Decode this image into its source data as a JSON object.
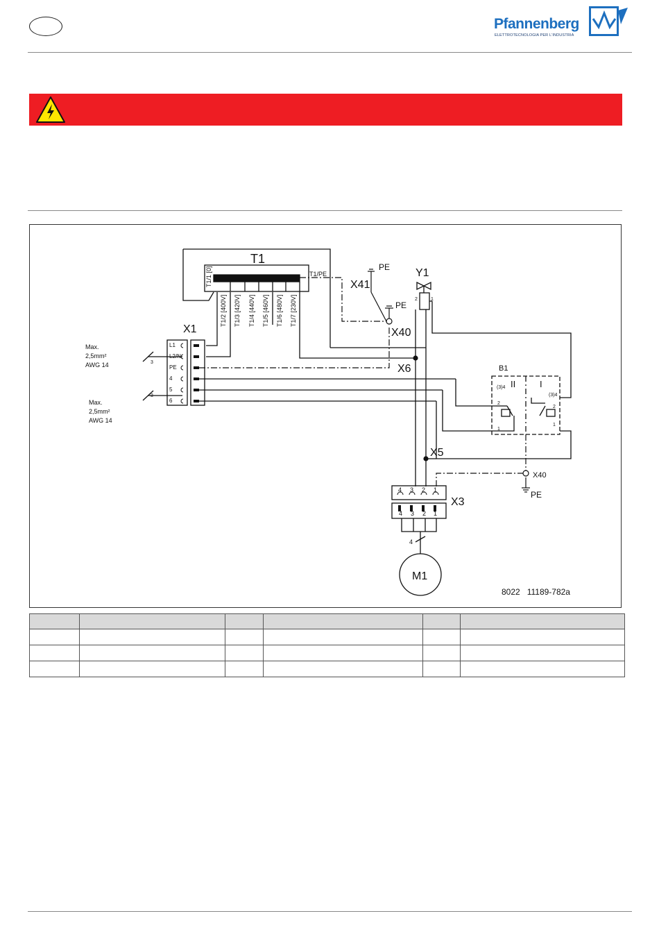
{
  "header": {
    "brand_name": "Pfannenberg",
    "brand_tagline": "ELETTROTECNOLOGIA PER L'INDUSTRIA",
    "brand_color": "#1d6fbf"
  },
  "warning_banner": {
    "icon": "high-voltage-warning-icon",
    "color": "#ee1d23"
  },
  "diagram": {
    "transformer": {
      "label": "T1",
      "primary_tap": "T1/1 [0]",
      "pe_tap": "T1/PE",
      "taps": [
        "T1/2 [400V]",
        "T1/3 [420V]",
        "T1/4 [440V]",
        "T1/5 [460V]",
        "T1/6 [480V]",
        "T1/7 [230V]"
      ]
    },
    "terminal_x1": {
      "label": "X1",
      "terminals": [
        "L1",
        "L2/N",
        "PE",
        "4",
        "5",
        "6"
      ]
    },
    "cable_notes": [
      {
        "lines": [
          "Max.",
          "2,5mm²",
          "AWG 14"
        ],
        "count": "3"
      },
      {
        "lines": [
          "Max.",
          "2,5mm²",
          "AWG 14"
        ],
        "count": "3"
      }
    ],
    "valve_y1": {
      "label": "Y1",
      "pin_a": "2",
      "pin_b": "1"
    },
    "pe_label": "PE",
    "x41_label": "X41",
    "x40_label": "X40",
    "x6_label": "X6",
    "x5_label": "X5",
    "thermostat_b1": {
      "label": "B1",
      "stage_2": "II",
      "stage_1": "I",
      "left_pin_top": "(3)4",
      "right_pin_top": "(3)4",
      "pin_2": "2",
      "pin_1": "1"
    },
    "x40_bottom_label": "X40",
    "pe_bottom_label": "PE",
    "connector_x3": {
      "label": "X3",
      "upper_pins": [
        "4",
        "3",
        "2",
        "1"
      ],
      "lower_pins": [
        "4",
        "3",
        "2",
        "1"
      ]
    },
    "motor_cable_count": "4",
    "motor_label": "M1",
    "drawing_number": "8022   11189-782a"
  },
  "legend_table": {
    "rows": 3,
    "columns": 6
  }
}
